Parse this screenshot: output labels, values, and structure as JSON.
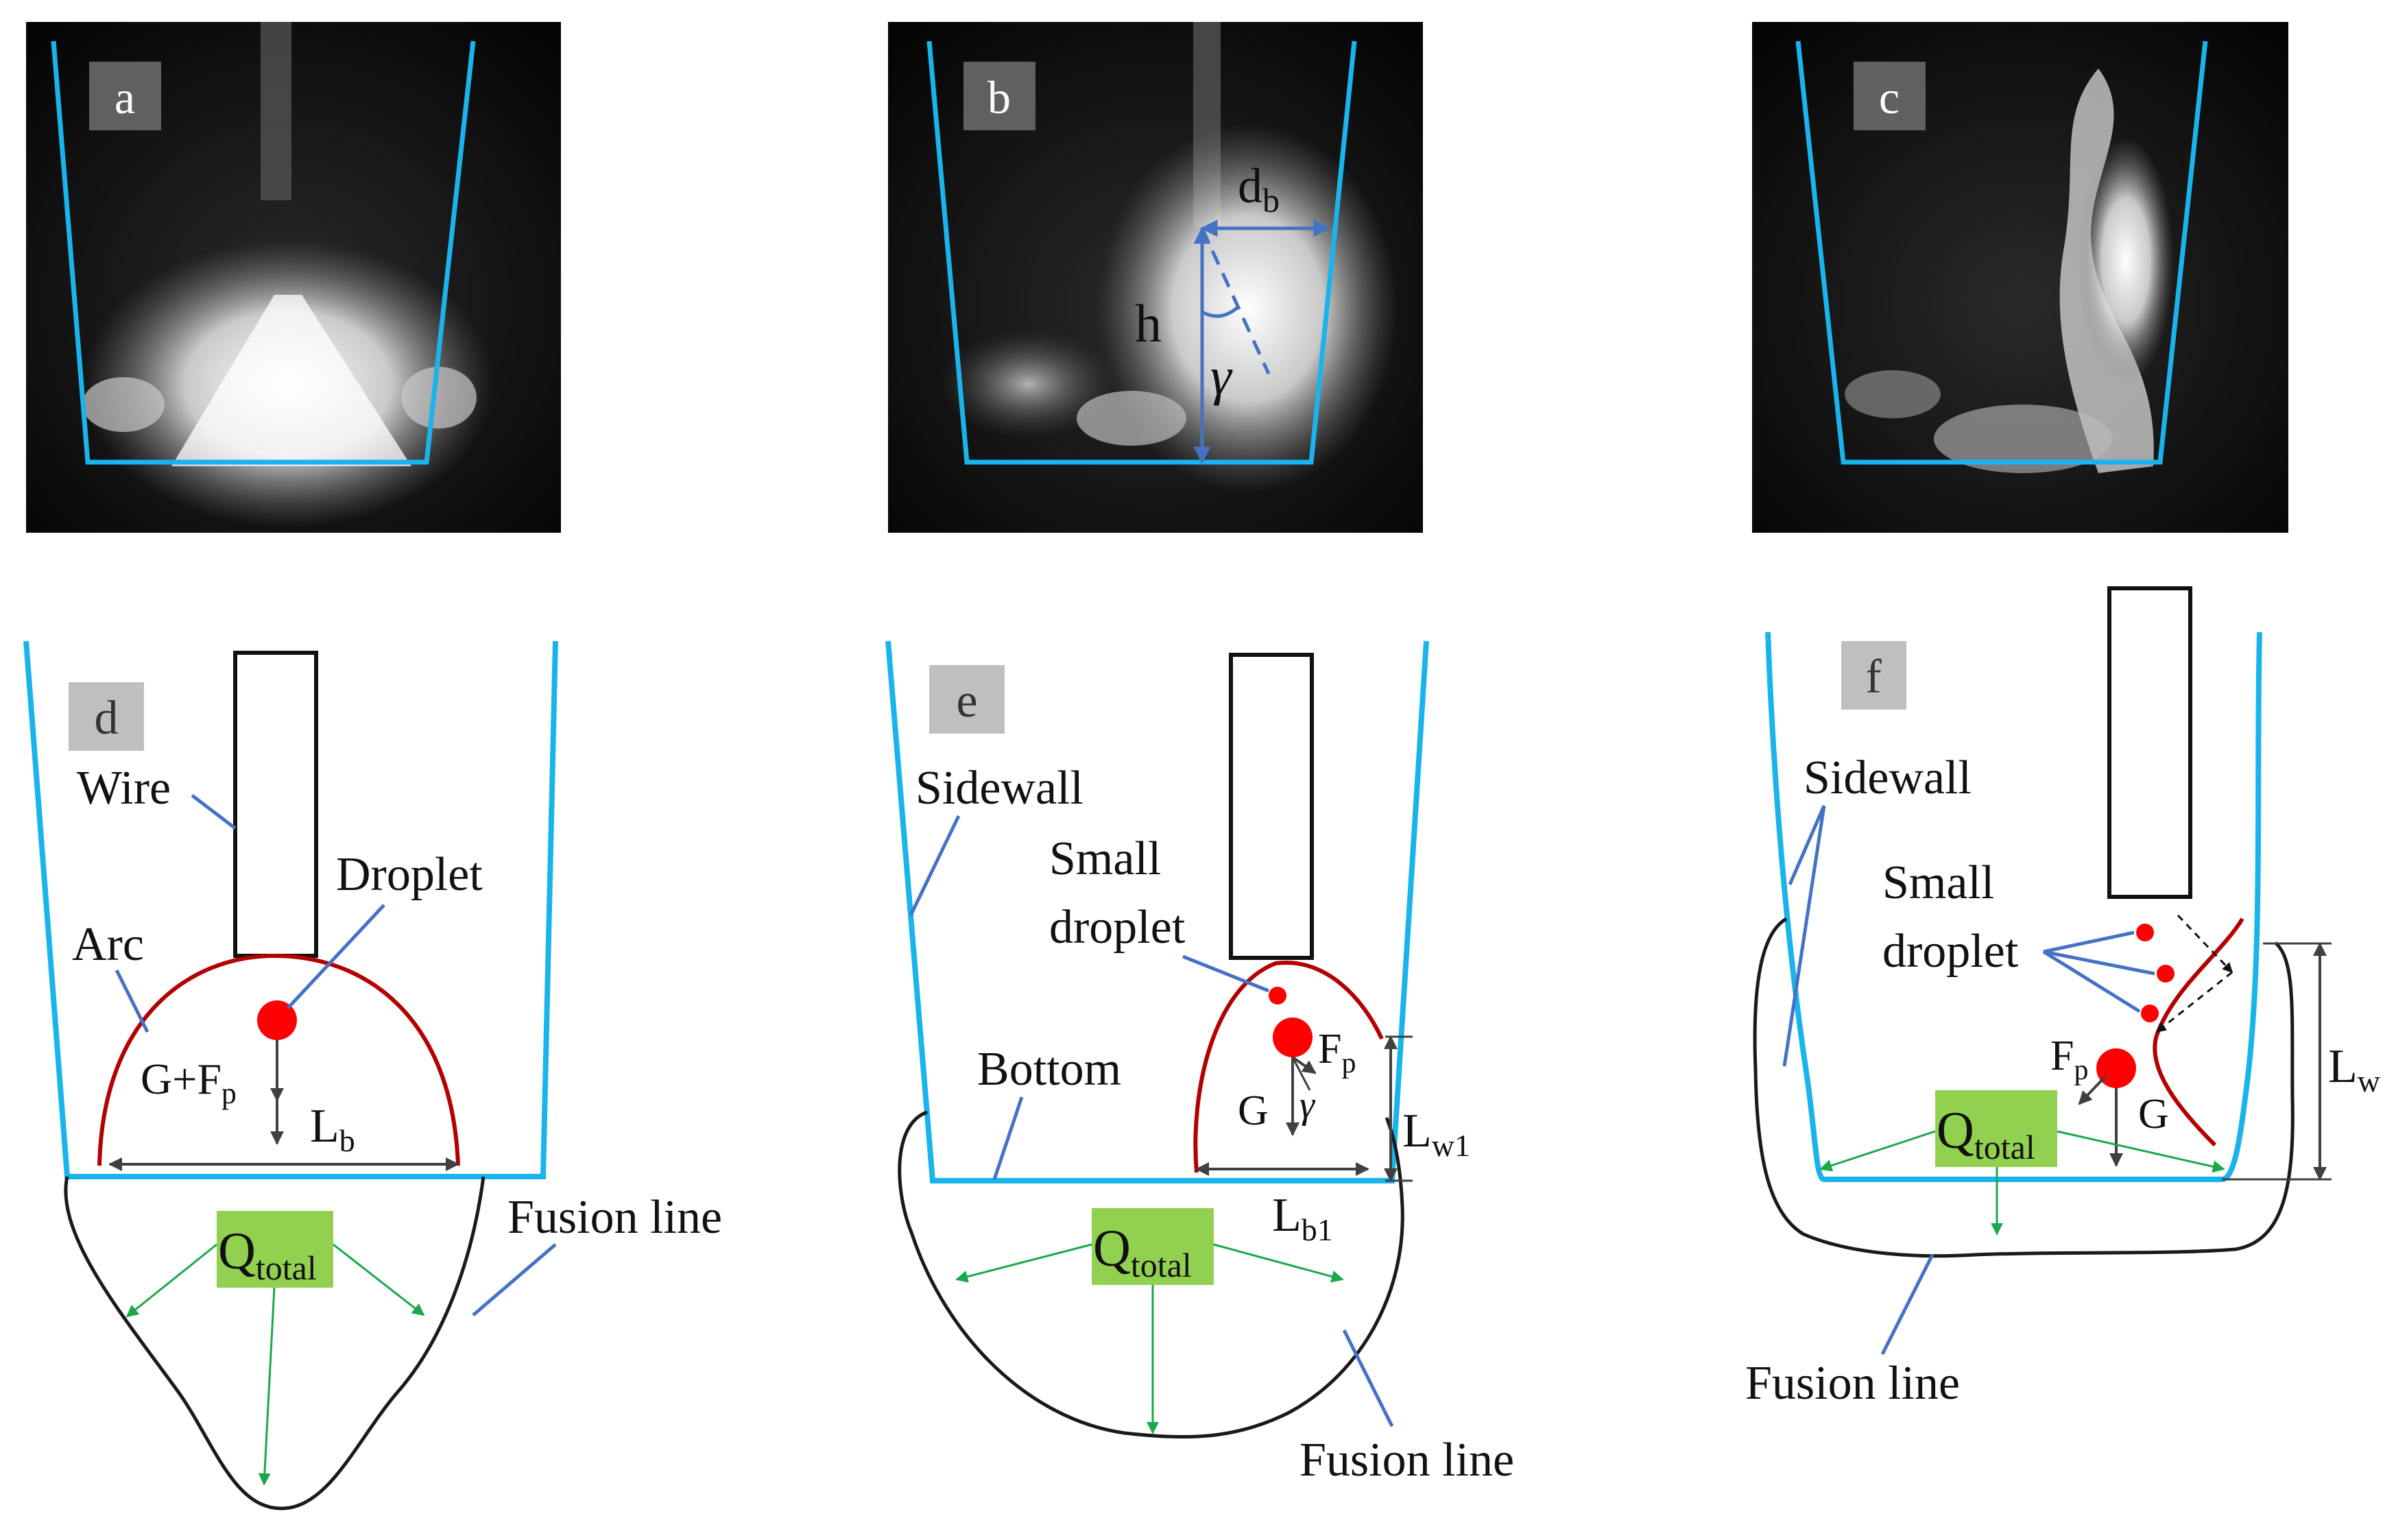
{
  "colors": {
    "groove": "#19b4ec",
    "arc": "#b30000",
    "droplet": "#ff0000",
    "leader": "#4472c4",
    "heat_arrow": "#1aa84b",
    "q_box": "#92d050",
    "badge_photo": "#606060",
    "badge_diagram": "#bfbfbf",
    "force_arrow": "#404040",
    "fusion_line": "#1a1a1a"
  },
  "panels": {
    "a": {
      "letter": "a"
    },
    "b": {
      "letter": "b",
      "db": "d",
      "db_sub": "b",
      "h": "h",
      "gamma": "γ"
    },
    "c": {
      "letter": "c"
    },
    "d": {
      "letter": "d",
      "wire": "Wire",
      "droplet": "Droplet",
      "arc": "Arc",
      "force": "G+F",
      "force_sub": "p",
      "lb": "L",
      "lb_sub": "b",
      "q": "Q",
      "q_sub": "total",
      "fusion": "Fusion line"
    },
    "e": {
      "letter": "e",
      "sidewall": "Sidewall",
      "small1": "Small",
      "small2": "droplet",
      "bottom": "Bottom",
      "fp": "F",
      "fp_sub": "p",
      "g": "G",
      "gamma": "γ",
      "lw1": "L",
      "lw1_sub": "w1",
      "lb1": "L",
      "lb1_sub": "b1",
      "q": "Q",
      "q_sub": "total",
      "fusion": "Fusion line"
    },
    "f": {
      "letter": "f",
      "sidewall": "Sidewall",
      "small1": "Small",
      "small2": "droplet",
      "fp": "F",
      "fp_sub": "p",
      "g": "G",
      "lw": "L",
      "lw_sub": "w",
      "q": "Q",
      "q_sub": "total",
      "fusion": "Fusion line"
    }
  }
}
